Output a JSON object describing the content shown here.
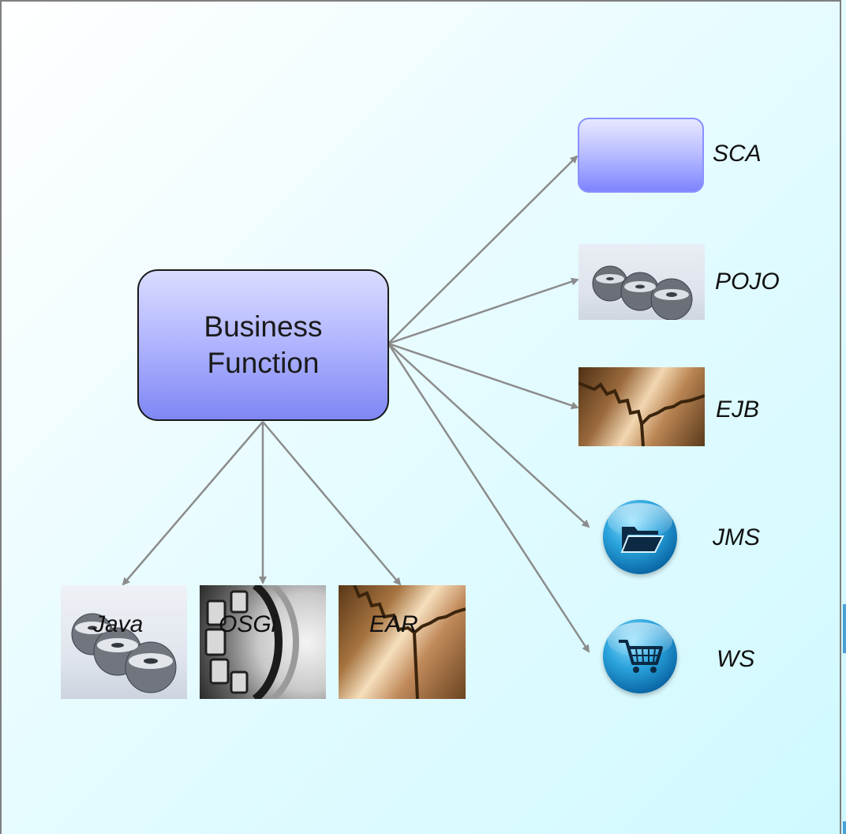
{
  "center_node": {
    "label": "Business\nFunction"
  },
  "right_targets": [
    {
      "label": "SCA",
      "icon": "rounded-box"
    },
    {
      "label": "POJO",
      "icon": "gears-icon"
    },
    {
      "label": "EJB",
      "icon": "bronze-gears-icon"
    },
    {
      "label": "JMS",
      "icon": "folder-icon"
    },
    {
      "label": "WS",
      "icon": "shopping-cart-icon"
    }
  ],
  "bottom_targets": [
    {
      "label": "Java",
      "icon": "gears-icon"
    },
    {
      "label": "OSGi",
      "icon": "roller-bearing-icon"
    },
    {
      "label": "EAR",
      "icon": "bronze-gears-icon"
    }
  ],
  "colors": {
    "node_fill_top": "#d9dcff",
    "node_fill_bottom": "#7f87f4",
    "arrow": "#8c8c8c",
    "background_end": "#cff9ff"
  }
}
